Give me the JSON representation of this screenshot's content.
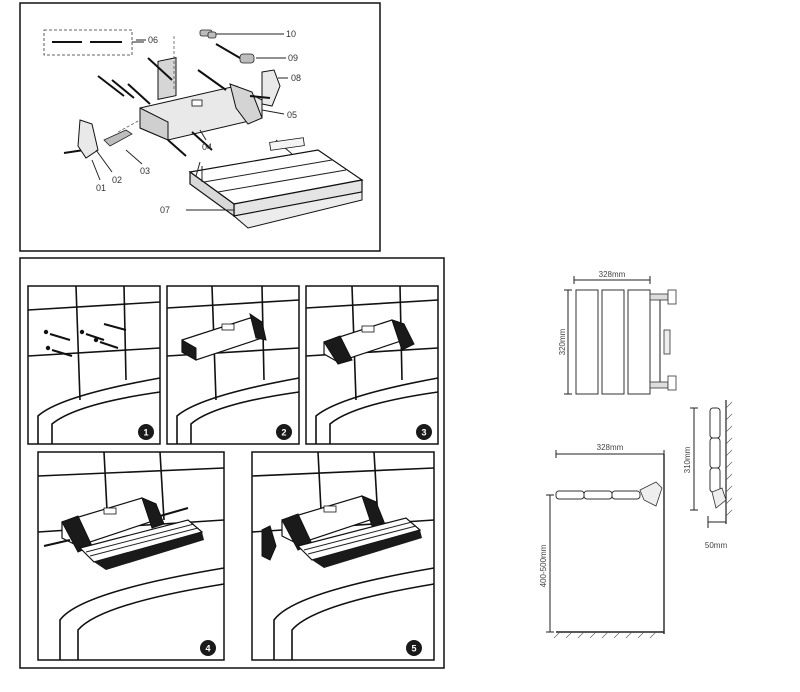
{
  "exploded_view": {
    "part_labels": [
      "01",
      "02",
      "03",
      "04",
      "05",
      "06",
      "07",
      "08",
      "09",
      "10"
    ]
  },
  "installation_steps": {
    "step_numbers": [
      "1",
      "2",
      "3",
      "4",
      "5"
    ]
  },
  "dimensions": {
    "top_width": "328mm",
    "top_depth": "320mm",
    "side_width": "328mm",
    "folded_height": "310mm",
    "wall_gap": "50mm",
    "mount_height": "400-500mm"
  }
}
